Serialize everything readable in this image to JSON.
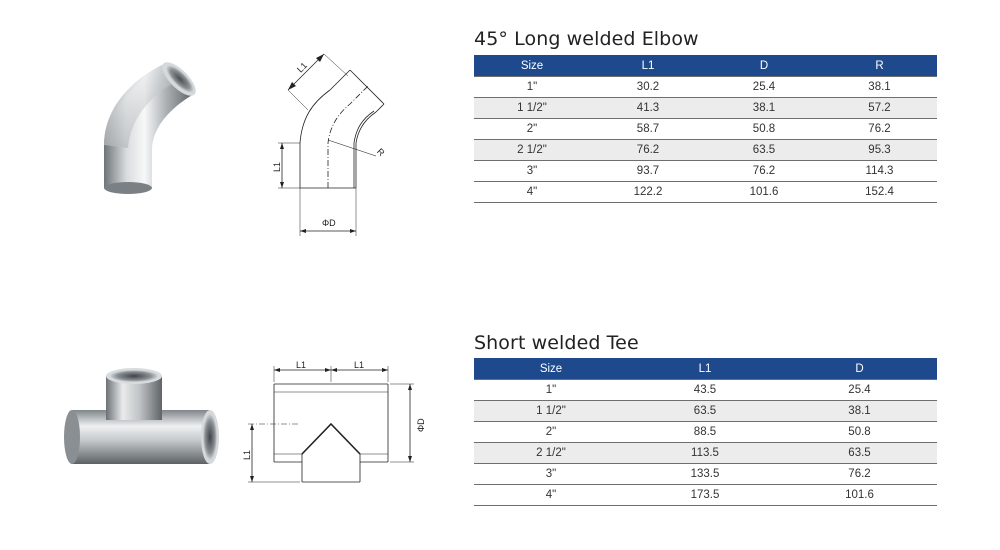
{
  "elbow": {
    "title": "45°  Long welded Elbow",
    "columns": [
      "Size",
      "L1",
      "D",
      "R"
    ],
    "rows": [
      [
        "1\"",
        "30.2",
        "25.4",
        "38.1"
      ],
      [
        "1 1/2\"",
        "41.3",
        "38.1",
        "57.2"
      ],
      [
        "2\"",
        "58.7",
        "50.8",
        "76.2"
      ],
      [
        "2 1/2\"",
        "76.2",
        "63.5",
        "95.3"
      ],
      [
        "3\"",
        "93.7",
        "76.2",
        "114.3"
      ],
      [
        "4\"",
        "122.2",
        "101.6",
        "152.4"
      ]
    ],
    "drawing_labels": {
      "l1_top": "L1",
      "l1_side": "L1",
      "r": "R",
      "d": "ΦD"
    }
  },
  "tee": {
    "title": "Short welded Tee",
    "columns": [
      "Size",
      "L1",
      "D"
    ],
    "rows": [
      [
        "1\"",
        "43.5",
        "25.4"
      ],
      [
        "1 1/2\"",
        "63.5",
        "38.1"
      ],
      [
        "2\"",
        "88.5",
        "50.8"
      ],
      [
        "2 1/2\"",
        "113.5",
        "63.5"
      ],
      [
        "3\"",
        "133.5",
        "76.2"
      ],
      [
        "4\"",
        "173.5",
        "101.6"
      ]
    ],
    "drawing_labels": {
      "l1_left": "L1",
      "l1_right": "L1",
      "l1_side": "L1",
      "d": "ΦD"
    }
  },
  "colors": {
    "header_blue": "#1e4a8d",
    "alt_row": "#ececec"
  }
}
